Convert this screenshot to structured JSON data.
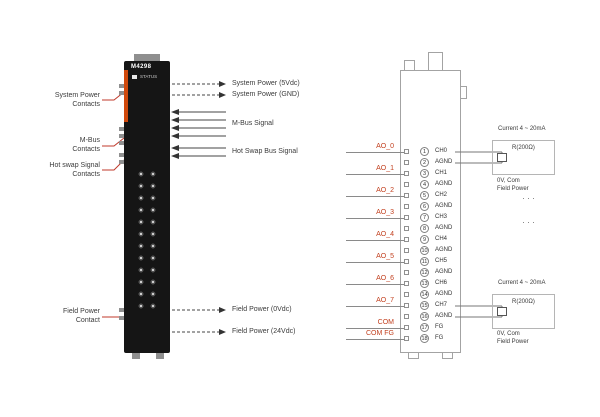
{
  "left_panel": {
    "module_model": "M4298",
    "status_label": "STATUS",
    "labels_left": [
      {
        "line1": "System Power",
        "line2": "Contacts"
      },
      {
        "line1": "M-Bus",
        "line2": "Contacts"
      },
      {
        "line1": "Hot swap Signal",
        "line2": "Contacts"
      },
      {
        "line1": "Field Power",
        "line2": "Contact"
      }
    ],
    "labels_right": [
      "System Power (5Vdc)",
      "System Power (GND)",
      "M-Bus Signal",
      "Hot Swap Bus Signal",
      "Field Power (0Vdc)",
      "Field Power (24Vdc)"
    ]
  },
  "wiring_panel": {
    "rows": [
      {
        "signal": "AO_0",
        "pin": "1",
        "label": "CH0"
      },
      {
        "signal": "",
        "pin": "2",
        "label": "AGND"
      },
      {
        "signal": "AO_1",
        "pin": "3",
        "label": "CH1"
      },
      {
        "signal": "",
        "pin": "4",
        "label": "AGND"
      },
      {
        "signal": "AO_2",
        "pin": "5",
        "label": "CH2"
      },
      {
        "signal": "",
        "pin": "6",
        "label": "AGND"
      },
      {
        "signal": "AO_3",
        "pin": "7",
        "label": "CH3"
      },
      {
        "signal": "",
        "pin": "8",
        "label": "AGND"
      },
      {
        "signal": "AO_4",
        "pin": "9",
        "label": "CH4"
      },
      {
        "signal": "",
        "pin": "10",
        "label": "AGND"
      },
      {
        "signal": "AO_5",
        "pin": "11",
        "label": "CH5"
      },
      {
        "signal": "",
        "pin": "12",
        "label": "AGND"
      },
      {
        "signal": "AO_6",
        "pin": "13",
        "label": "CH6"
      },
      {
        "signal": "",
        "pin": "14",
        "label": "AGND"
      },
      {
        "signal": "AO_7",
        "pin": "15",
        "label": "CH7"
      },
      {
        "signal": "",
        "pin": "16",
        "label": "AGND"
      },
      {
        "signal": "COM",
        "pin": "17",
        "label": "FG"
      },
      {
        "signal": "COM FG",
        "pin": "18",
        "label": "FG"
      }
    ],
    "circuits": [
      {
        "title": "Current 4 ~ 20mA",
        "resistor": "R(200Ω)",
        "note_line1": "0V, Com",
        "note_line2": "Field Power"
      },
      {
        "title": "Current 4 ~ 20mA",
        "resistor": "R(200Ω)",
        "note_line1": "0V, Com",
        "note_line2": "Field Power"
      }
    ],
    "ellipsis": "···"
  },
  "colors": {
    "accent_orange": "#d0490c",
    "signal_red": "#c2401f",
    "callout_red": "#c0392b"
  }
}
